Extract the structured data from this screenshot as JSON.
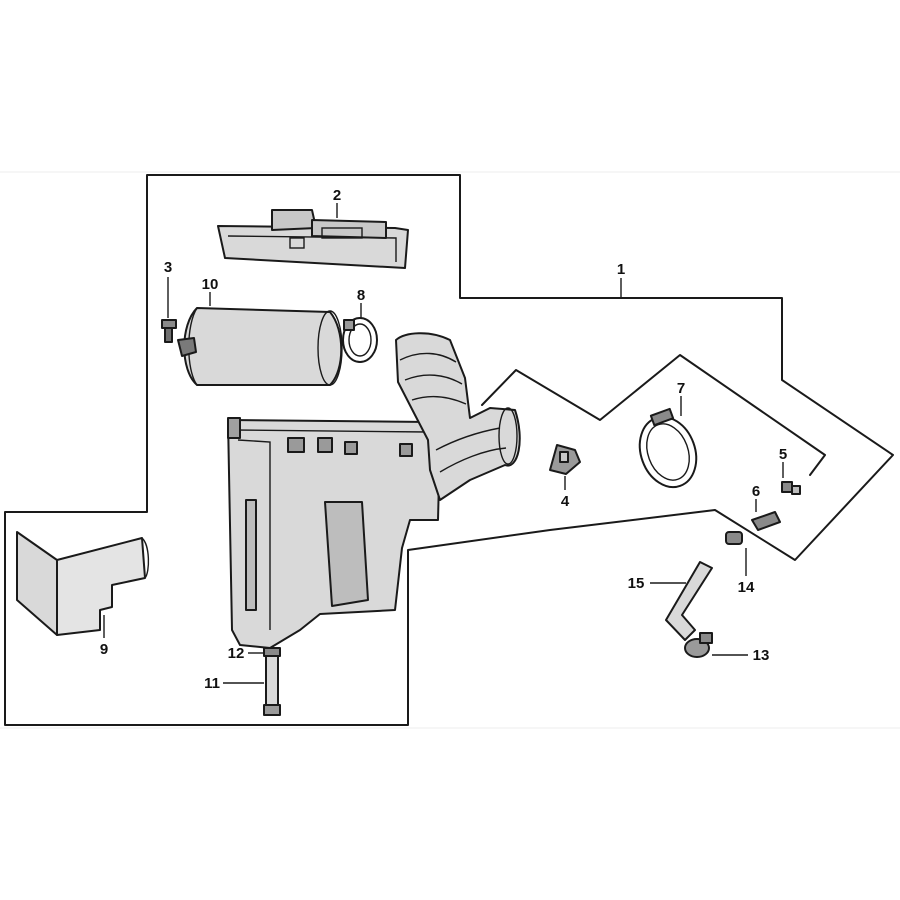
{
  "colors": {
    "line": "#1a1a1a",
    "part_fill": "#d9d9d9",
    "part_fill_dark": "#b8b8b8",
    "background": "#ffffff"
  },
  "callouts": [
    {
      "label": "1"
    },
    {
      "label": "2"
    },
    {
      "label": "3"
    },
    {
      "label": "4"
    },
    {
      "label": "5"
    },
    {
      "label": "6"
    },
    {
      "label": "7"
    },
    {
      "label": "8"
    },
    {
      "label": "9"
    },
    {
      "label": "10"
    },
    {
      "label": "11"
    },
    {
      "label": "12"
    },
    {
      "label": "13"
    },
    {
      "label": "14"
    },
    {
      "label": "15"
    }
  ]
}
